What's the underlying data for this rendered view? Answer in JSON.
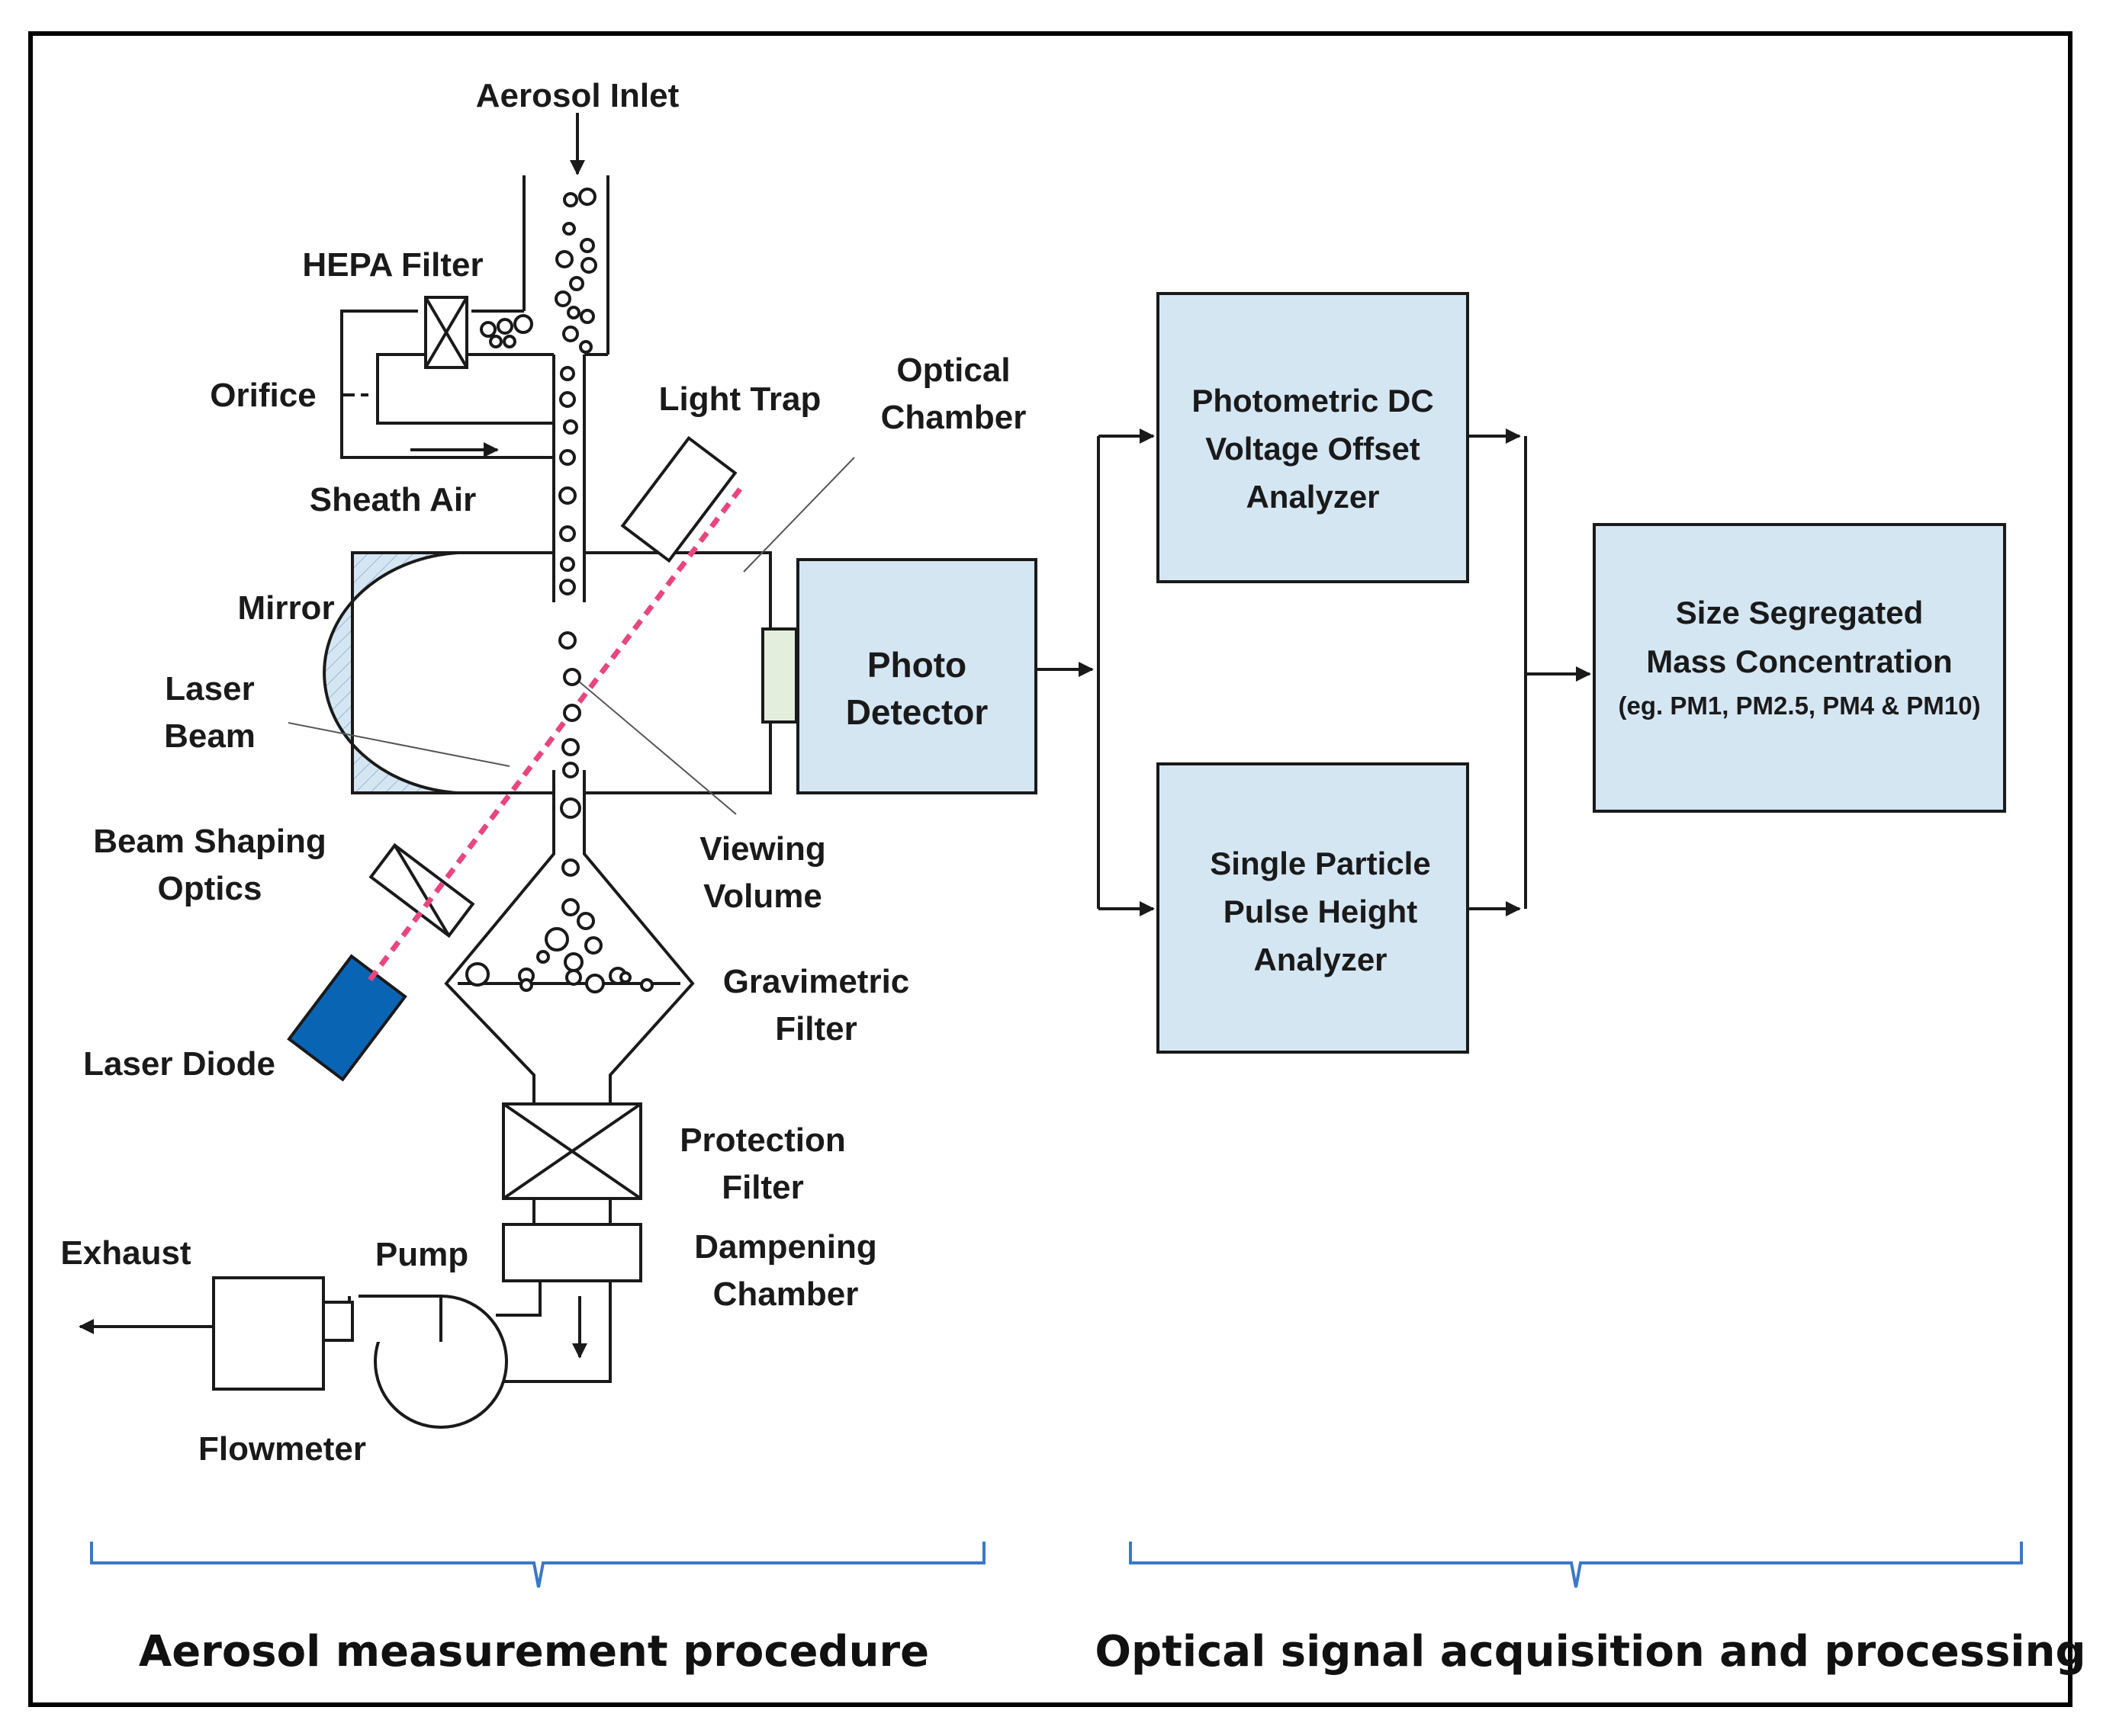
{
  "labels": {
    "aerosol_inlet": "Aerosol Inlet",
    "hepa_filter": "HEPA Filter",
    "orifice": "Orifice",
    "sheath_air": "Sheath Air",
    "light_trap": "Light Trap",
    "optical_chamber": [
      "Optical",
      "Chamber"
    ],
    "mirror": "Mirror",
    "laser_beam": [
      "Laser",
      "Beam"
    ],
    "beam_shaping_optics": [
      "Beam Shaping",
      "Optics"
    ],
    "laser_diode": "Laser Diode",
    "viewing_volume": [
      "Viewing",
      "Volume"
    ],
    "gravimetric_filter": [
      "Gravimetric",
      "Filter"
    ],
    "protection_filter": [
      "Protection",
      "Filter"
    ],
    "dampening_chamber": [
      "Dampening",
      "Chamber"
    ],
    "exhaust": "Exhaust",
    "pump": "Pump",
    "flowmeter": "Flowmeter"
  },
  "boxes": {
    "photo_detector": [
      "Photo",
      "Detector"
    ],
    "photometric": [
      "Photometric DC",
      "Voltage Offset",
      "Analyzer"
    ],
    "single_particle": [
      "Single Particle",
      "Pulse Height",
      "Analyzer"
    ],
    "mass_concentration": [
      "Size Segregated",
      "Mass Concentration",
      "(eg. PM1, PM2.5, PM4 & PM10)"
    ]
  },
  "captions": {
    "left": "Aerosol measurement procedure",
    "right": "Optical signal acquisition and processing"
  },
  "colors": {
    "box_fill": "#d5e6f3",
    "laser_beam": "#e8467c",
    "laser_diode": "#0a64b4",
    "brace": "#3a78c8",
    "mirror_fill": "#d5e6f3"
  }
}
